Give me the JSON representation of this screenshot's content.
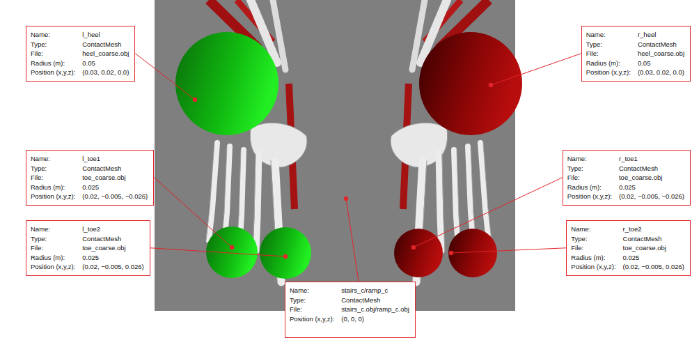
{
  "diagram": {
    "nodes": [
      {
        "text": [
          "Name:",
          "l_heel",
          "Type:",
          "ContactMesh",
          "File:",
          "heel_coarse.obj",
          "Radius (m):",
          "0.05",
          "Position (x,y,z):",
          "(0.03, 0.02, 0.0)"
        ]
      },
      {
        "text": [
          "Name:",
          "r_heel",
          "Type:",
          "ContactMesh",
          "File:",
          "heel_coarse.obj",
          "Radius (m):",
          "0.05",
          "Position (x,y,z):",
          "(0.03, 0.02, 0.0)"
        ]
      },
      {
        "text": [
          "Name:",
          "l_toe1",
          "Type:",
          "ContactMesh",
          "File:",
          "toe_coarse.obj",
          "Radius (m):",
          "0.025",
          "Position (x,y,z):",
          "(0.02, −0.005, −0.026)"
        ]
      },
      {
        "text": [
          "Name:",
          "r_toe1",
          "Type:",
          "ContactMesh",
          "File:",
          "toe_coarse.obj",
          "Radius (m):",
          "0.025",
          "Position (x,y,z):",
          "(0.02, −0.005, −0.026)"
        ]
      },
      {
        "text": [
          "Name:",
          "l_toe2",
          "Type:",
          "ContactMesh",
          "File:",
          "toe_coarse.obj",
          "Radius (m):",
          "0.025",
          "Position (x,y,z):",
          "(0.02, −0.005, 0.026)"
        ]
      },
      {
        "text": [
          "Name:",
          "r_toe2",
          "Type:",
          "ContactMesh",
          "File:",
          "toe_coarse.obj",
          "Radius (m):",
          "0.025",
          "Position (x,y,z):",
          "(0.02, −0.005, 0.026)"
        ]
      },
      {
        "text": [
          "Name:",
          "stairs_c/ramp_c",
          "Type:",
          "ContactMesh",
          "File:",
          "stairs_c.obj/ramp_c.obj",
          "Position (x,y,z):",
          "(0, 0, 0)"
        ]
      }
    ]
  }
}
